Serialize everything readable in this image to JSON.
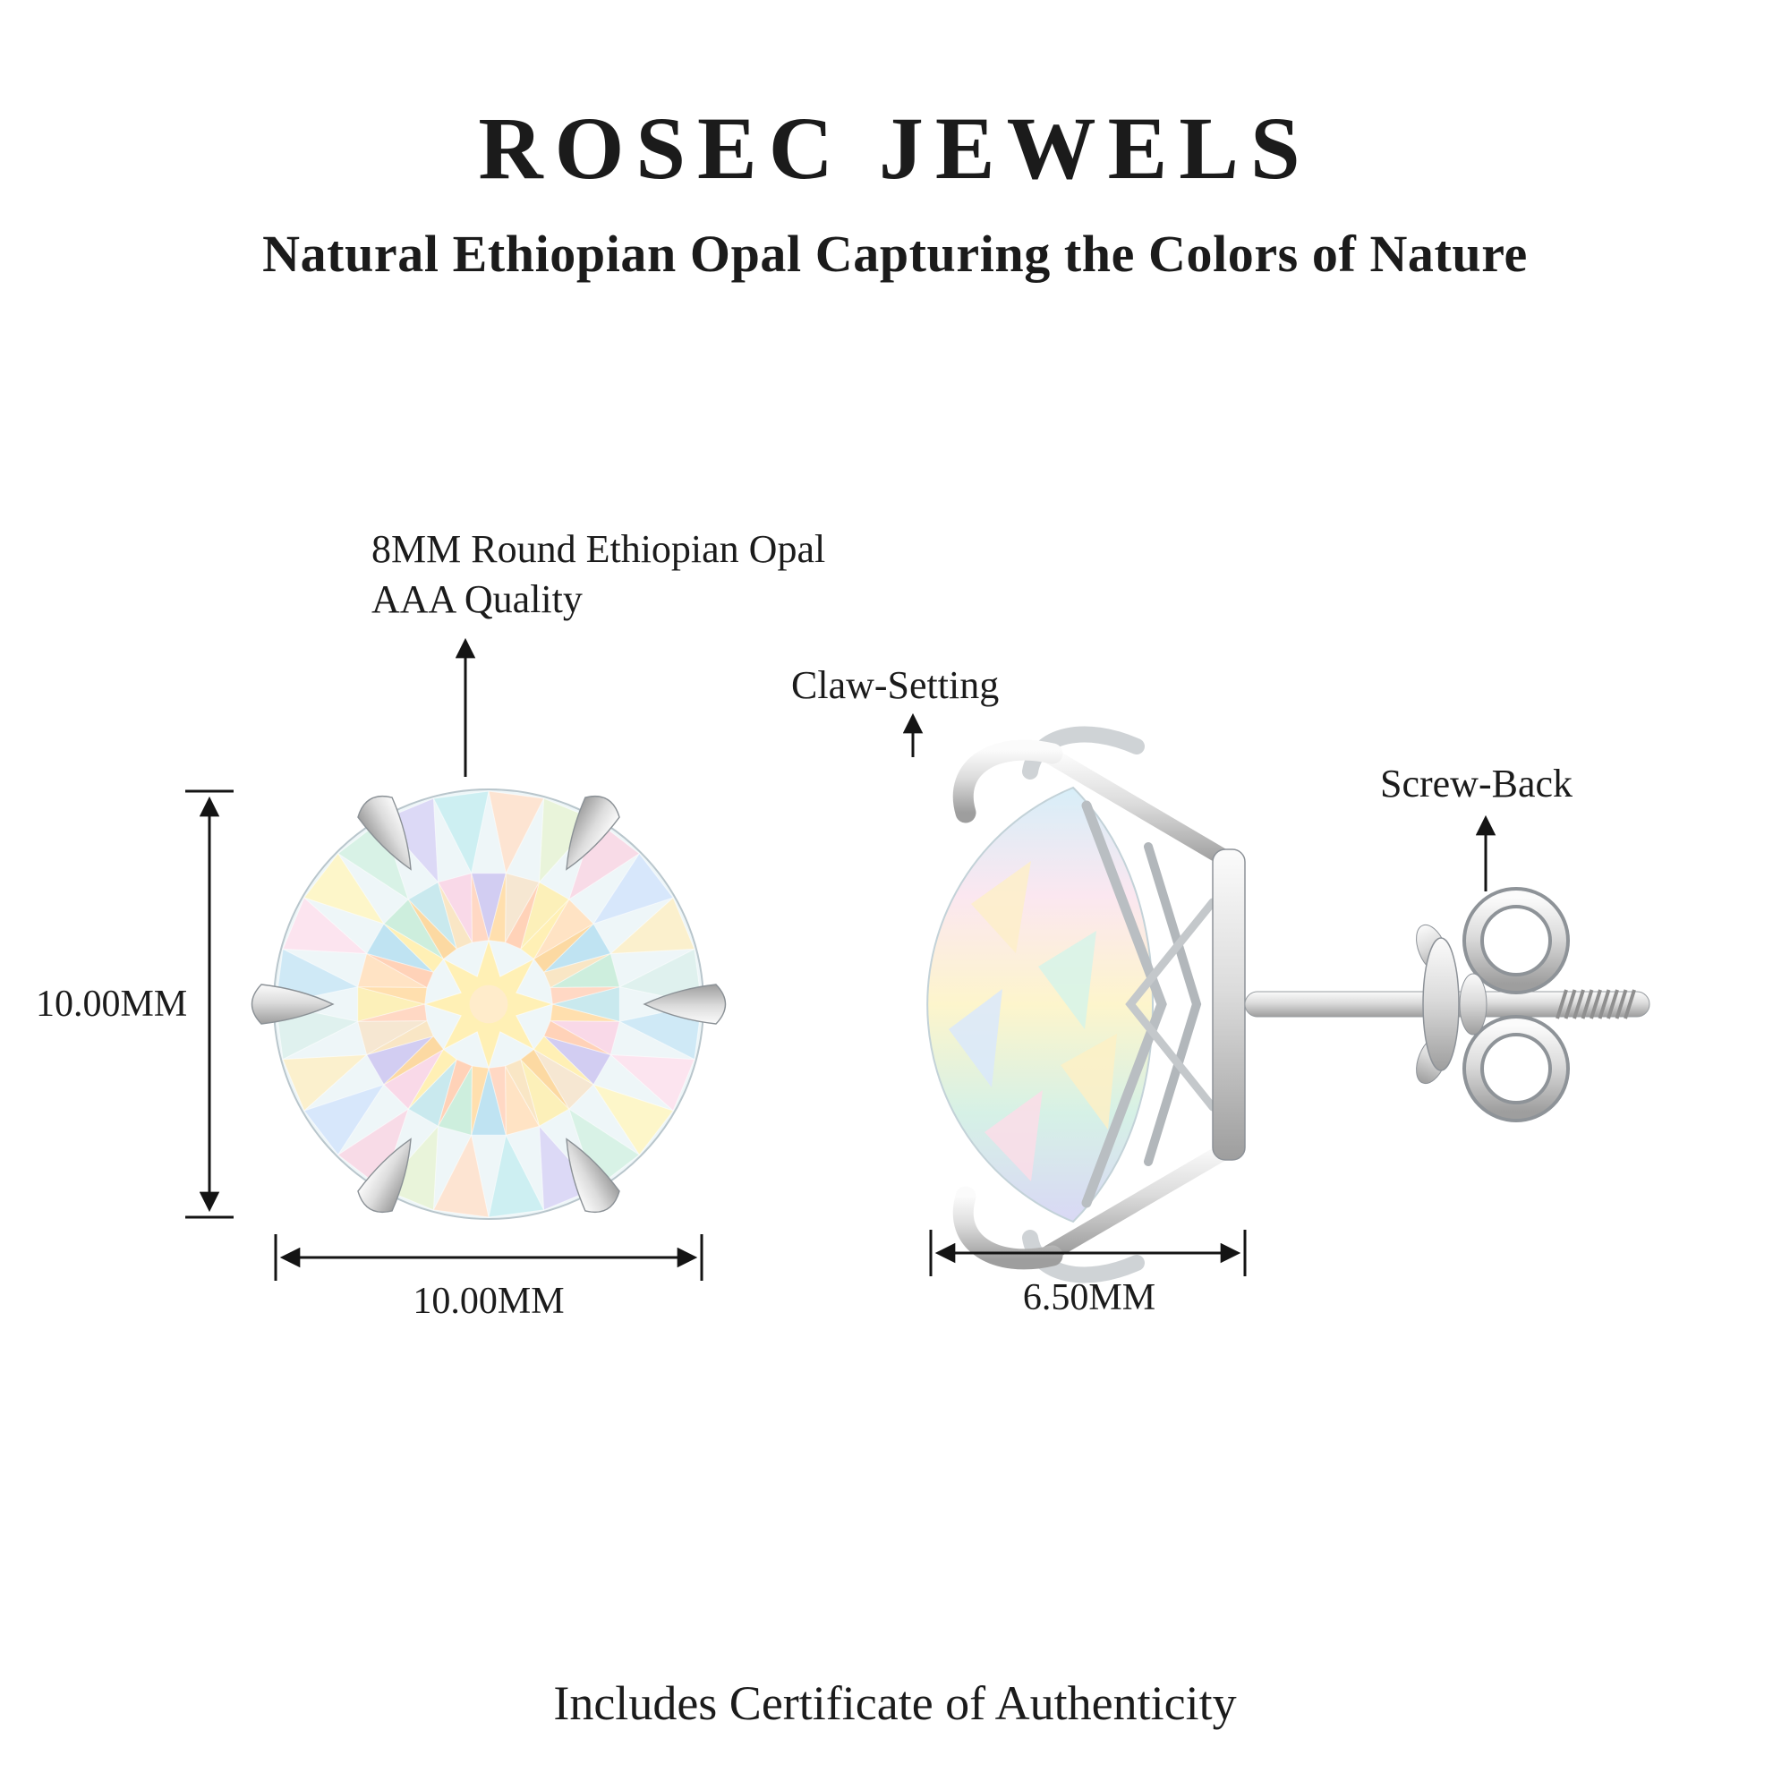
{
  "header": {
    "brand": "ROSEC JEWELS",
    "tagline": "Natural Ethiopian Opal Capturing the Colors of Nature"
  },
  "annotations": {
    "stone_line1": "8MM Round Ethiopian Opal",
    "stone_line2": "AAA Quality",
    "claw_setting": "Claw-Setting",
    "screw_back": "Screw-Back"
  },
  "dimensions": {
    "front_height": "10.00MM",
    "front_width": "10.00MM",
    "side_width": "6.50MM"
  },
  "footer": {
    "certificate_note": "Includes Certificate of Authenticity"
  },
  "colors": {
    "text": "#1b1b1b",
    "line": "#141414",
    "metal_light": "#fbfbfb",
    "metal_mid": "#dcdcdc",
    "metal_dark": "#9e9e9e",
    "opal_outer": [
      "#cfe9f6",
      "#fce4ef",
      "#fdf6c9",
      "#d8f2e6",
      "#dcd9f6",
      "#cdeff2",
      "#fde4d2",
      "#e9f4da",
      "#f8dbe7",
      "#d7e7fb",
      "#fbf0cd",
      "#dff1ee"
    ],
    "opal_mid": [
      "#bfe3f2",
      "#f9d9e8",
      "#fcf0b9",
      "#cdeedd",
      "#d2cdf2",
      "#ffe3c4",
      "#c9e9ee",
      "#f6e7d2"
    ],
    "opal_inner": [
      "#ffdfae",
      "#ffd2b8",
      "#fff0b5",
      "#fcd9a2",
      "#f9e6c5",
      "#ffd8c4"
    ]
  }
}
